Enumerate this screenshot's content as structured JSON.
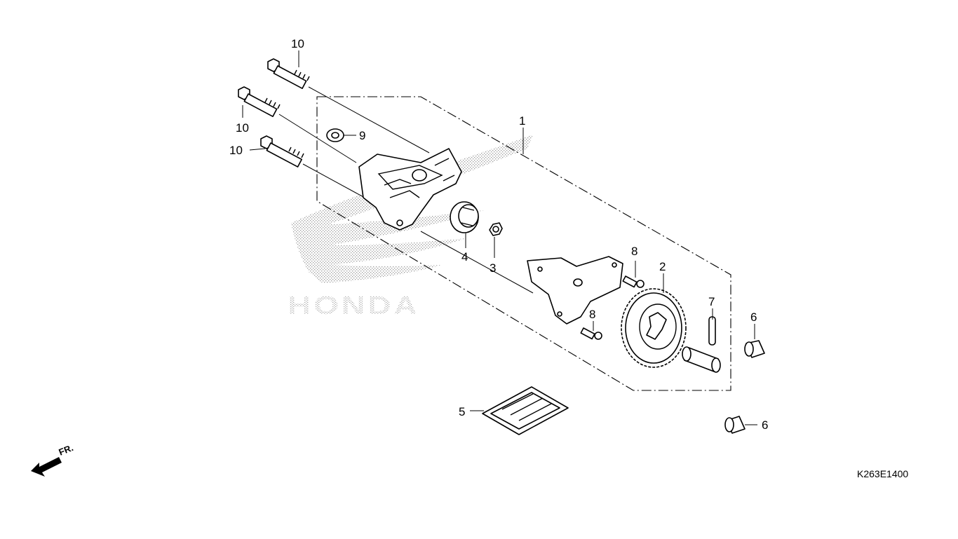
{
  "diagram": {
    "code": "K263E1400",
    "watermark": "HONDA",
    "direction_label": "FR.",
    "callouts": [
      {
        "id": "c10a",
        "label": "10"
      },
      {
        "id": "c10b",
        "label": "10"
      },
      {
        "id": "c10c",
        "label": "10"
      },
      {
        "id": "c9",
        "label": "9"
      },
      {
        "id": "c1",
        "label": "1"
      },
      {
        "id": "c4",
        "label": "4"
      },
      {
        "id": "c3",
        "label": "3"
      },
      {
        "id": "c8a",
        "label": "8"
      },
      {
        "id": "c8b",
        "label": "8"
      },
      {
        "id": "c2",
        "label": "2"
      },
      {
        "id": "c7",
        "label": "7"
      },
      {
        "id": "c6a",
        "label": "6"
      },
      {
        "id": "c6b",
        "label": "6"
      },
      {
        "id": "c5",
        "label": "5"
      }
    ]
  },
  "colors": {
    "line": "#000000",
    "background": "#ffffff",
    "watermark": "#b5b5b5"
  }
}
